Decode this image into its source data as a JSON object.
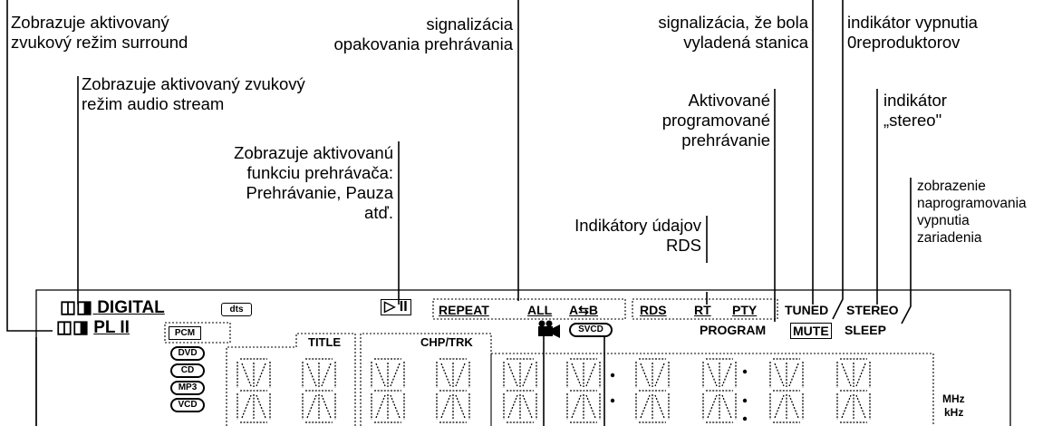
{
  "callouts": {
    "surround_mode": "Zobrazuje aktivovaný\nzvukový režim surround",
    "audio_stream_mode": "Zobrazuje aktivovaný zvukový\nrežim audio stream",
    "player_function": "Zobrazuje aktivovanú\nfunkciu prehrávača:\nPrehrávanie, Pauza\natď.",
    "repeat_signal": "signalizácia\nopakovania prehrávania",
    "rds_indicators": "Indikátory údajov\nRDS",
    "tuned_signal": "signalizácia, že bola\nvyladená stanica",
    "program_active": "Aktivované\nprogramované\nprehrávanie",
    "mute_indicator": "indikátor vypnutia\n0reproduktorov",
    "stereo_indicator": "indikátor\n„stereo\"",
    "sleep_indicator": "zobrazenie\nnaprogramovania\nvypnutia\nzariadenia"
  },
  "display": {
    "digital": "DIGITAL",
    "pl2": "PL II",
    "dts": "dts",
    "play_pause": "▷ II",
    "repeat": "REPEAT",
    "all": "ALL",
    "ab": "A⇆B",
    "rds": "RDS",
    "rt": "RT",
    "pty": "PTY",
    "tuned": "TUNED",
    "stereo": "STEREO",
    "program": "PROGRAM",
    "mute": "MUTE",
    "sleep": "SLEEP",
    "pcm": "PCM",
    "dvd": "DVD",
    "cd": "CD",
    "mp3": "MP3",
    "vcd": "VCD",
    "svcd": "SVCD",
    "title": "TITLE",
    "chp_trk": "CHP/TRK",
    "mhz": "MHz",
    "khz": "kHz"
  }
}
